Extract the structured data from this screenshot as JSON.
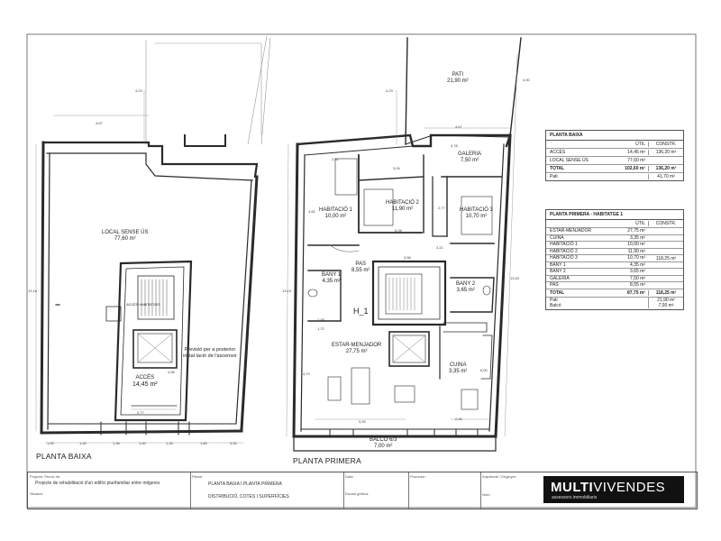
{
  "planta_baixa": {
    "title": "PLANTA BAIXA",
    "rooms": [
      {
        "name": "LOCAL SENSE ÚS",
        "area": "77,60 m²"
      },
      {
        "name": "ACCÉS",
        "area": "14,45 m²"
      }
    ],
    "stair_label": "ACCÉS HABITATGES",
    "note_lines": [
      "Previsió per a posterior",
      "instal·lació de l'ascensor"
    ],
    "dims": [
      "4,23",
      "4,67",
      "13,16",
      "2,77",
      "4,56",
      "1,00",
      "1,50",
      "1,36",
      "1,00",
      "1,45",
      "1,80",
      "0,50"
    ]
  },
  "planta_primera": {
    "title": "PLANTA PRIMERA",
    "rooms": [
      {
        "name": "PATI",
        "area": "21,90 m²"
      },
      {
        "name": "GALERIA",
        "area": "7,50 m²"
      },
      {
        "name": "HABITACIÓ 1",
        "area": "10,00 m²"
      },
      {
        "name": "HABITACIÓ 2",
        "area": "11,90 m²"
      },
      {
        "name": "HABITACIÓ 3",
        "area": "10,70 m²"
      },
      {
        "name": "PAS",
        "area": "8,55 m²"
      },
      {
        "name": "BANY 1",
        "area": "4,35 m²"
      },
      {
        "name": "BANY 2",
        "area": "3,65 m²"
      },
      {
        "name": "ESTAR-MENJADOR",
        "area": "27,75 m²"
      },
      {
        "name": "CUINA",
        "area": "3,35 m²"
      },
      {
        "name": "BALCÓ 6/3",
        "area": "7,00 m²"
      }
    ],
    "unit_label": "H_1",
    "dims": [
      "4,23",
      "4,50",
      "4,67",
      "4,78",
      "13,90",
      "13,19",
      "3,04",
      "4,81",
      "2,77",
      "3,21",
      "3,56",
      "6,08",
      "2,31",
      "1,08",
      "1,72",
      "4,70",
      "3,90",
      "2,46",
      "6,00"
    ]
  },
  "table_baixa": {
    "title": "PLANTA BAIXA",
    "col_util": "ÚTIL",
    "col_constr": "CONSTR.",
    "rows": [
      {
        "name": "ACCÉS",
        "util": "14,45 m²"
      },
      {
        "name": "LOCAL SENSE ÚS",
        "util": "77,60 m²"
      }
    ],
    "constr": "136,20 m²",
    "total": {
      "name": "TOTAL",
      "util": "102,60 m²",
      "constr": "136,20 m²"
    },
    "pati": {
      "name": "Pati",
      "value": "41,70 m²"
    }
  },
  "table_primera": {
    "title": "PLANTA PRIMERA - HABITATGE 1",
    "col_util": "ÚTIL",
    "col_constr": "CONSTR.",
    "rows": [
      {
        "name": "ESTAR-MENJADOR",
        "util": "27,75 m²"
      },
      {
        "name": "CUINA",
        "util": "3,35 m²"
      },
      {
        "name": "HABITACIÓ 1",
        "util": "10,00 m²"
      },
      {
        "name": "HABITACIÓ 2",
        "util": "11,90 m²"
      },
      {
        "name": "HABITACIÓ 3",
        "util": "10,70 m²"
      },
      {
        "name": "BANY 1",
        "util": "4,35 m²"
      },
      {
        "name": "BANY 2",
        "util": "3,65 m²"
      },
      {
        "name": "GALERIA",
        "util": "7,50 m²"
      },
      {
        "name": "PAS",
        "util": "8,55 m²"
      }
    ],
    "constr": "118,25 m²",
    "total": {
      "name": "TOTAL",
      "util": "87,75 m²",
      "constr": "118,25 m²"
    },
    "extras": [
      {
        "name": "Pati",
        "value": "21,90 m²"
      },
      {
        "name": "Balcó",
        "value": "7,00 m²"
      }
    ]
  },
  "title_block": {
    "project_label": "Projecte Tècnic de:",
    "project": "Projecte de rehabilitació d'un edifici plurifamiliar entre mitgeres",
    "location_label": "Situació:",
    "plan_label": "Plànol:",
    "plan_1": "PLANTA BAIXA I PLANTA PRIMERA",
    "plan_2": "DISTRIBUCIÓ, COTES I SUPERFÍCIES",
    "date_label": "Data:",
    "scale_label": "Escala gràfica:",
    "promoter_label": "Promotor:",
    "architect_label": "Arquitecte / Enginyer:",
    "num_label": "Núm:"
  },
  "logo": {
    "brand_bold": "MULTI",
    "brand_light": "VIVENDES",
    "tagline": "assessors immobiliaris"
  },
  "colors": {
    "line": "#333333",
    "wall": "#2a2a2a",
    "light": "#9a9a9a",
    "logo_bg": "#111111"
  }
}
